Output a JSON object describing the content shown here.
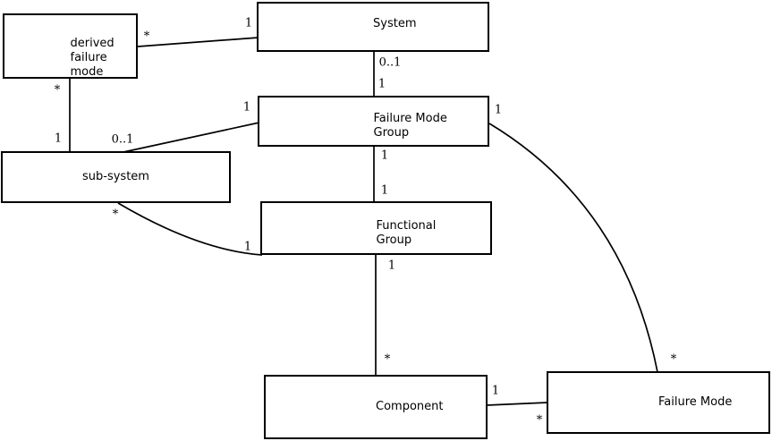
{
  "diagram": {
    "type": "uml-entity-relationship-diagram",
    "background_color": "#ffffff",
    "line_color": "#000000",
    "entities": [
      {
        "name": "derived-failure-mode",
        "lines": [
          "derived",
          "failure",
          "mode"
        ]
      },
      {
        "name": "system",
        "lines": [
          "System"
        ]
      },
      {
        "name": "failure-mode-group",
        "lines": [
          "Failure Mode",
          "Group"
        ]
      },
      {
        "name": "sub-system",
        "lines": [
          "sub-system"
        ]
      },
      {
        "name": "functional-group",
        "lines": [
          "Functional",
          "Group"
        ]
      },
      {
        "name": "component",
        "lines": [
          "Component"
        ]
      },
      {
        "name": "failure-mode",
        "lines": [
          "Failure Mode"
        ]
      }
    ],
    "relationships": [
      {
        "from": "derived failure mode",
        "from_end_label": "*",
        "to": "System",
        "to_end_label": "1"
      },
      {
        "from": "derived failure mode",
        "from_end_label": "*",
        "to": "sub-system",
        "to_end_label": "1"
      },
      {
        "from": "System",
        "from_end_label": "0..1",
        "to": "Failure Mode Group",
        "to_end_label": "1"
      },
      {
        "from": "sub-system",
        "from_end_label": "0..1",
        "to": "Failure Mode Group",
        "to_end_label": "1"
      },
      {
        "from": "Failure Mode Group",
        "from_end_label": "1",
        "to": "Functional Group",
        "to_end_label": "1"
      },
      {
        "from": "sub-system",
        "from_end_label": "*",
        "to": "Functional Group",
        "to_end_label": "1"
      },
      {
        "from": "Functional Group",
        "from_end_label": "1",
        "to": "Component",
        "to_end_label": "*"
      },
      {
        "from": "Component",
        "from_end_label": "1",
        "to": "Failure Mode",
        "to_end_label": "*"
      },
      {
        "from": "Failure Mode Group",
        "from_end_label": "1",
        "to": "Failure Mode",
        "to_end_label": "*"
      }
    ]
  }
}
